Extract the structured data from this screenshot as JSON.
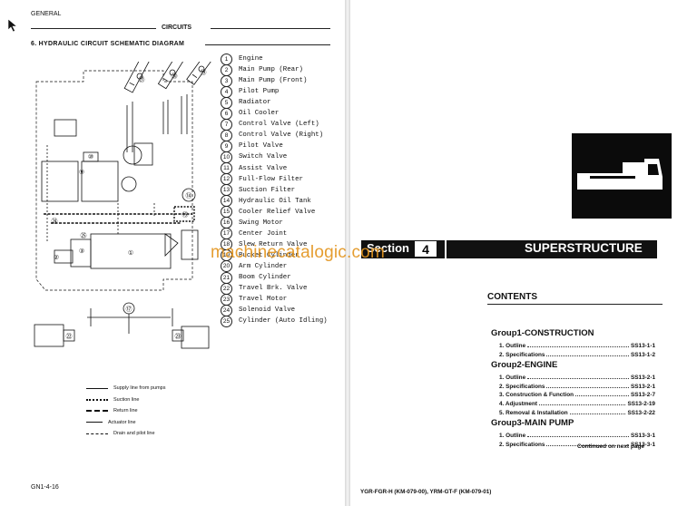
{
  "left_page": {
    "header_general": "GENERAL",
    "header_circuits": "CIRCUITS",
    "section_title": "6.  HYDRAULIC  CIRCUIT  SCHEMATIC  DIAGRAM",
    "components": [
      {
        "num": "1",
        "label": "Engine"
      },
      {
        "num": "2",
        "label": "Main Pump (Rear)"
      },
      {
        "num": "3",
        "label": "Main Pump (Front)"
      },
      {
        "num": "4",
        "label": "Pilot Pump"
      },
      {
        "num": "5",
        "label": "Radiator"
      },
      {
        "num": "6",
        "label": "Oil Cooler"
      },
      {
        "num": "7",
        "label": "Control Valve (Left)"
      },
      {
        "num": "8",
        "label": "Control Valve (Right)"
      },
      {
        "num": "9",
        "label": "Pilot Valve"
      },
      {
        "num": "10",
        "label": "Switch Valve"
      },
      {
        "num": "11",
        "label": "Assist Valve"
      },
      {
        "num": "12",
        "label": "Full-Flow Filter"
      },
      {
        "num": "13",
        "label": "Suction Filter"
      },
      {
        "num": "14",
        "label": "Hydraulic Oil Tank"
      },
      {
        "num": "15",
        "label": "Cooler Relief Valve"
      },
      {
        "num": "16",
        "label": "Swing Motor"
      },
      {
        "num": "17",
        "label": "Center Joint"
      },
      {
        "num": "18",
        "label": "Slew Return Valve"
      },
      {
        "num": "19",
        "label": "Bucket Cylinder"
      },
      {
        "num": "20",
        "label": "Arm Cylinder"
      },
      {
        "num": "21",
        "label": "Boom Cylinder"
      },
      {
        "num": "22",
        "label": "Travel Brk. Valve"
      },
      {
        "num": "23",
        "label": "Travel Motor"
      },
      {
        "num": "24",
        "label": "Solenoid Valve"
      },
      {
        "num": "25",
        "label": "Cylinder (Auto Idling)"
      }
    ],
    "line_key": [
      {
        "style": "solid",
        "label": "Supply line from pumps"
      },
      {
        "style": "hatched",
        "label": "Suction line"
      },
      {
        "style": "dashed-bold",
        "label": "Return line"
      },
      {
        "style": "dash-dot",
        "label": "Actuator line"
      },
      {
        "style": "dashed-thin",
        "label": "Drain and pilot line"
      }
    ],
    "schematic_labels": {
      "n1": "①",
      "n2": "②",
      "n3": "③",
      "n9": "⑨",
      "n10": "⑩",
      "n14": "⑭",
      "n15": "⑮",
      "n17": "⑰",
      "n19": "⑲",
      "n20": "⑳",
      "n21": "㉑",
      "n22": "㉒",
      "n23": "㉓",
      "n24": "㉔",
      "n25": "㉕"
    },
    "figure_id": "GN1-4-16"
  },
  "watermark": "machinecatalogic.com",
  "right_page": {
    "section_label": "Section",
    "section_number": "4",
    "section_title": "SUPERSTRUCTURE",
    "contents_heading": "CONTENTS",
    "groups": [
      {
        "title": "Group1-CONSTRUCTION",
        "items": [
          {
            "label": "1.  Outline",
            "ref": "SS13-1-1"
          },
          {
            "label": "2.  Specifications",
            "ref": "SS13-1-2"
          }
        ]
      },
      {
        "title": "Group2-ENGINE",
        "items": [
          {
            "label": "1.  Outline",
            "ref": "SS13-2-1"
          },
          {
            "label": "2.  Specifications",
            "ref": "SS13-2-1"
          },
          {
            "label": "3.  Construction & Function",
            "ref": "SS13-2-7"
          },
          {
            "label": "4.  Adjustment",
            "ref": "SS13-2-19"
          },
          {
            "label": "5.  Removal & Installation",
            "ref": "SS13-2-22"
          }
        ]
      },
      {
        "title": "Group3-MAIN PUMP",
        "items": [
          {
            "label": "1.  Outline",
            "ref": "SS13-3-1"
          },
          {
            "label": "2.  Specifications",
            "ref": "SS13-3-1"
          }
        ]
      }
    ],
    "continued": "Continued on next page",
    "models": "YGR-FGR-H (KM-079-00), YRM-GT-F (KM-079-01)"
  },
  "colors": {
    "ink": "#111111",
    "watermark": "#e3951f",
    "paper": "#ffffff"
  }
}
